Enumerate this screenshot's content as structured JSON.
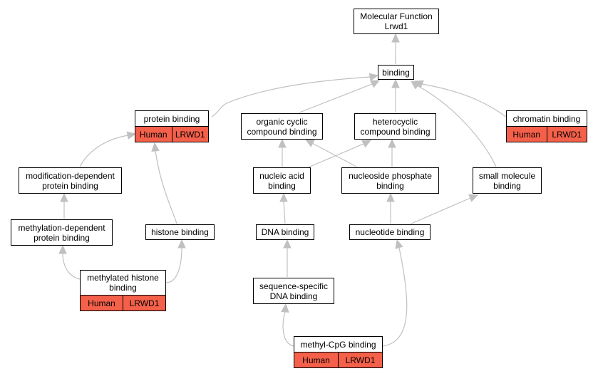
{
  "colors": {
    "edge": "#c0c0c0",
    "annotation": "#f4604a",
    "border": "#000000"
  },
  "nodes": {
    "mf_root": {
      "label": "Molecular Function\nLrwd1"
    },
    "binding": {
      "label": "binding"
    },
    "protein_binding": {
      "label": "protein binding",
      "species": "Human",
      "gene": "LRWD1"
    },
    "organic_cyclic": {
      "label": "organic cyclic\ncompound binding"
    },
    "heterocyclic": {
      "label": "heterocyclic\ncompound binding"
    },
    "chromatin_binding": {
      "label": "chromatin binding",
      "species": "Human",
      "gene": "LRWD1"
    },
    "modification_dependent": {
      "label": "modification-dependent\nprotein binding"
    },
    "nucleic_acid": {
      "label": "nucleic acid\nbinding"
    },
    "nucleoside_phosphate": {
      "label": "nucleoside phosphate\nbinding"
    },
    "small_molecule": {
      "label": "small molecule\nbinding"
    },
    "methylation_dependent": {
      "label": "methylation-dependent\nprotein binding"
    },
    "histone_binding": {
      "label": "histone binding"
    },
    "dna_binding": {
      "label": "DNA binding"
    },
    "nucleotide_binding": {
      "label": "nucleotide binding"
    },
    "methylated_histone": {
      "label": "methylated histone\nbinding",
      "species": "Human",
      "gene": "LRWD1"
    },
    "sequence_specific": {
      "label": "sequence-specific\nDNA binding"
    },
    "methyl_cpg": {
      "label": "methyl-CpG binding",
      "species": "Human",
      "gene": "LRWD1"
    }
  }
}
